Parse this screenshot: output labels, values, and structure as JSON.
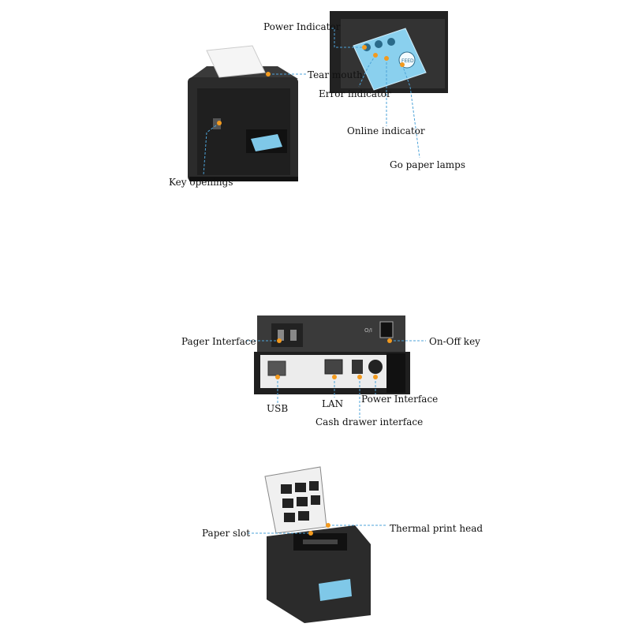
{
  "section_top": {
    "labels": {
      "power_indicator": "Power Indicator",
      "tear_mouth": "Tear mouth",
      "error_indicator": "Error indicator",
      "online_indicator": "Online indicator",
      "go_paper_lamps": "Go paper lamps",
      "key_openings": "Key openings"
    },
    "panel_button_text": "FEED"
  },
  "section_back": {
    "labels": {
      "pager_interface": "Pager Interface",
      "on_off_key": "On-Off key",
      "usb": "USB",
      "lan": "LAN",
      "power_interface": "Power Interface",
      "cash_drawer_interface": "Cash drawer interface"
    },
    "switch_text": "O/I"
  },
  "section_open": {
    "labels": {
      "paper_slot": "Paper slot",
      "thermal_print_head": "Thermal print head"
    }
  },
  "colors": {
    "accent_dot": "#f39a1e",
    "leader_line": "#4da3d8",
    "printer_body": "#2b2b2b",
    "panel_blue": "#7fc8e8"
  }
}
